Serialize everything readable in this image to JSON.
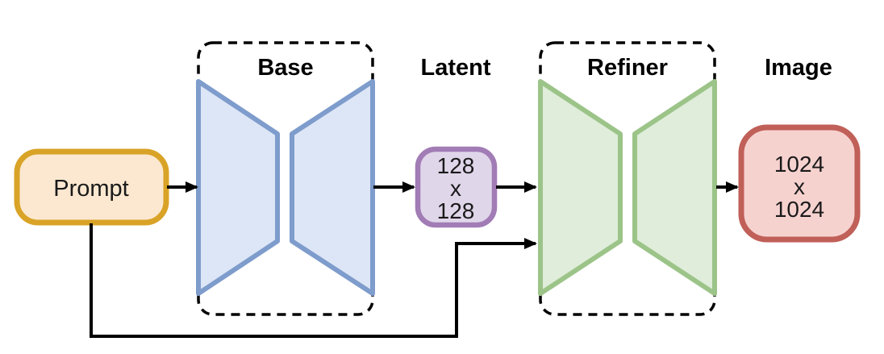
{
  "diagram": {
    "description": "Two-stage text-to-image pipeline: prompt goes through Base model to a latent, then through Refiner to final image",
    "nodes": {
      "prompt": {
        "label": "Prompt",
        "fill": "#FCE8D1",
        "stroke": "#D9A327"
      },
      "base": {
        "label": "Base",
        "fill": "#DDE6F6",
        "stroke": "#7E9CCC"
      },
      "latent": {
        "label": "Latent",
        "size": [
          "128",
          "x",
          "128"
        ],
        "fill": "#E0D6EA",
        "stroke": "#A17CB5"
      },
      "refiner": {
        "label": "Refiner",
        "fill": "#DFEDDA",
        "stroke": "#9CC489"
      },
      "image": {
        "label": "Image",
        "size": [
          "1024",
          "x",
          "1024"
        ],
        "fill": "#F6D2CF",
        "stroke": "#C06058"
      }
    },
    "connections": [
      {
        "from": "prompt",
        "to": "base"
      },
      {
        "from": "base",
        "to": "latent"
      },
      {
        "from": "latent",
        "to": "refiner"
      },
      {
        "from": "refiner",
        "to": "image"
      },
      {
        "from": "prompt",
        "to": "refiner"
      }
    ],
    "line_color": "#000000",
    "dashed_border_color": "#000000"
  }
}
